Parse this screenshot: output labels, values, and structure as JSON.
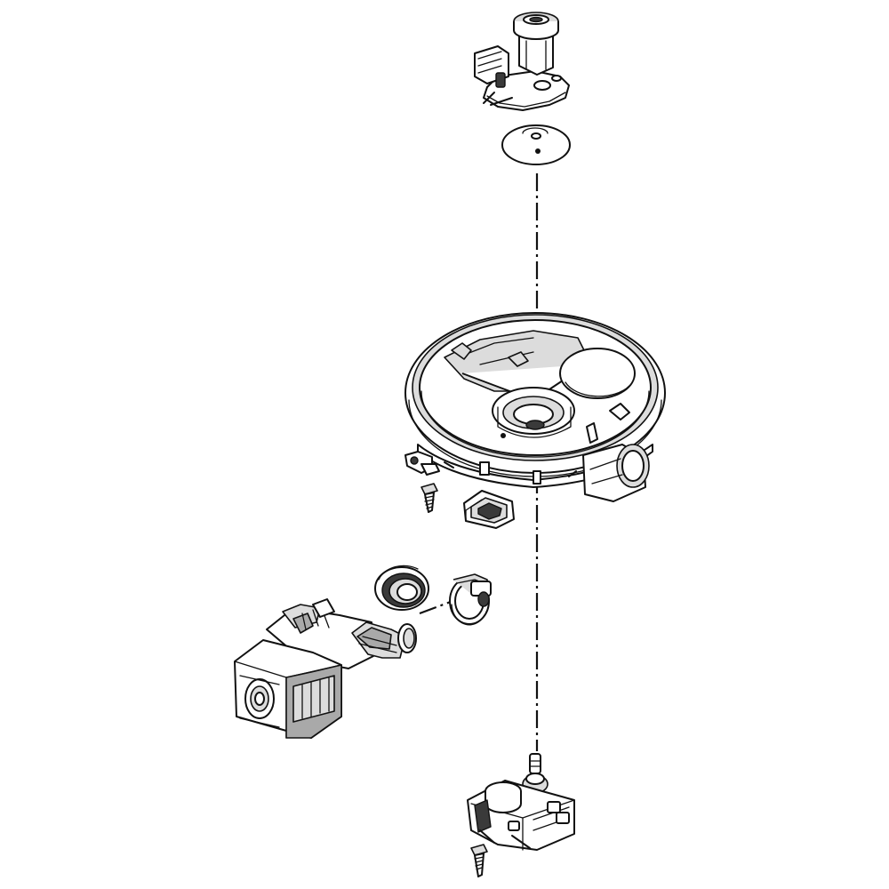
{
  "diagram": {
    "kind": "exploded-parts-view",
    "line_color": "#111111",
    "background": "#ffffff",
    "parts": [
      {
        "id": "diverter-motor-top",
        "icon": "diverter-assembly-icon"
      },
      {
        "id": "diverter-disc",
        "icon": "disc-icon"
      },
      {
        "id": "sump-housing",
        "icon": "sump-icon"
      },
      {
        "id": "mounting-clip",
        "icon": "clip-icon"
      },
      {
        "id": "clip-screw",
        "icon": "screw-icon"
      },
      {
        "id": "rubber-grommet",
        "icon": "grommet-icon"
      },
      {
        "id": "hose-seal",
        "icon": "seal-ring-icon"
      },
      {
        "id": "hose-clamp",
        "icon": "clamp-icon"
      },
      {
        "id": "circulation-pump",
        "icon": "pump-motor-icon"
      },
      {
        "id": "diverter-motor-bottom",
        "icon": "motor-icon"
      },
      {
        "id": "bottom-screw",
        "icon": "screw-icon"
      }
    ]
  }
}
